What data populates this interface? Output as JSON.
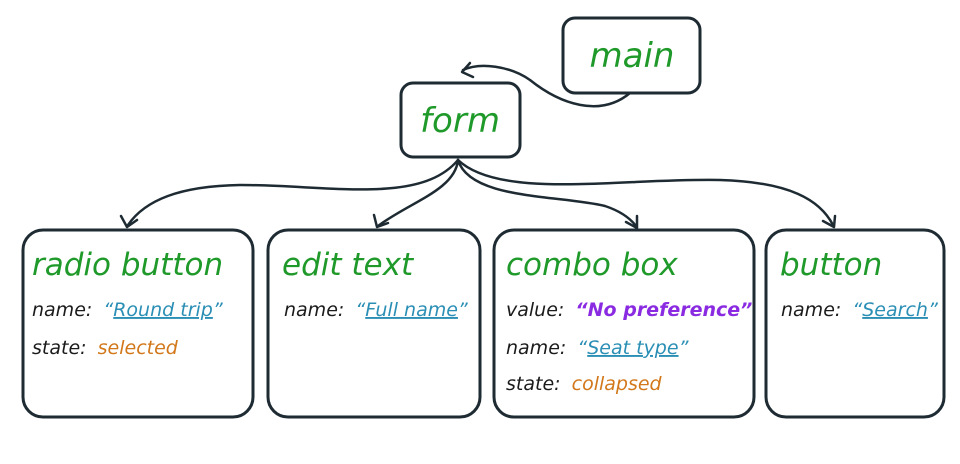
{
  "colors": {
    "stroke": "#1e2b33",
    "title_green": "#1f9a2a",
    "name_blue": "#2b8fb5",
    "state_orange": "#d2781b",
    "value_purple": "#8a2be2"
  },
  "root": {
    "title": "main"
  },
  "form": {
    "title": "form"
  },
  "nodes": {
    "radio": {
      "title": "radio button",
      "name_key": "name:",
      "name_value": "Round trip",
      "state_key": "state:",
      "state_value": "selected"
    },
    "edit": {
      "title": "edit text",
      "name_key": "name:",
      "name_value": "Full name"
    },
    "combo": {
      "title": "combo box",
      "value_key": "value:",
      "value_value": "“No preference”",
      "name_key": "name:",
      "name_value": "Seat type",
      "state_key": "state:",
      "state_value": "collapsed"
    },
    "button": {
      "title": "button",
      "name_key": "name:",
      "name_value": "Search"
    }
  }
}
